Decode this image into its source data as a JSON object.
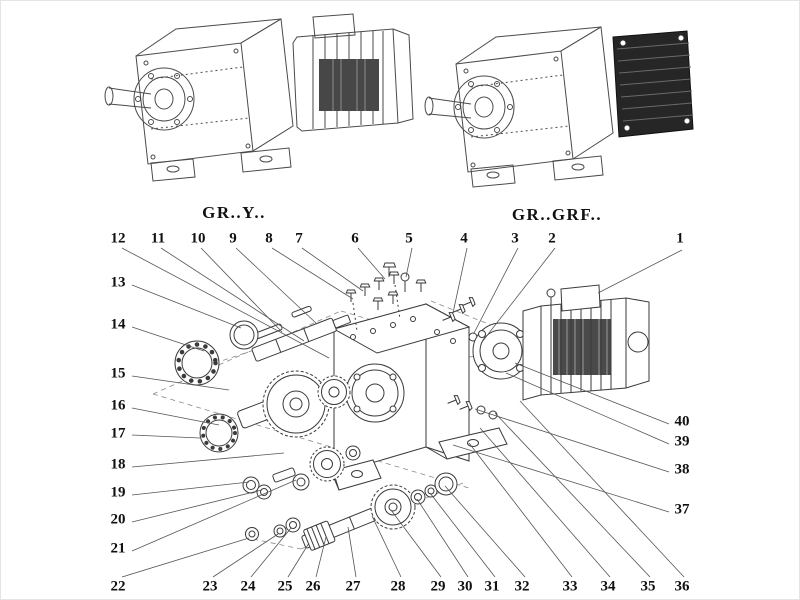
{
  "figure": {
    "variant_labels": {
      "left": "GR..Y..",
      "right": "GR..GRF.."
    },
    "callouts": {
      "top": [
        "12",
        "11",
        "10",
        "9",
        "8",
        "7",
        "6",
        "5",
        "4",
        "3",
        "2",
        "1"
      ],
      "left": [
        "13",
        "14",
        "15",
        "16",
        "17",
        "18",
        "19",
        "20",
        "21"
      ],
      "bottom": [
        "22",
        "23",
        "24",
        "25",
        "26",
        "27",
        "28",
        "29",
        "30",
        "31",
        "32",
        "33",
        "34",
        "35",
        "36"
      ],
      "right": [
        "40",
        "39",
        "38",
        "37"
      ]
    },
    "colors": {
      "line": "#3a3a3a",
      "text": "#111111",
      "background": "#ffffff"
    }
  }
}
